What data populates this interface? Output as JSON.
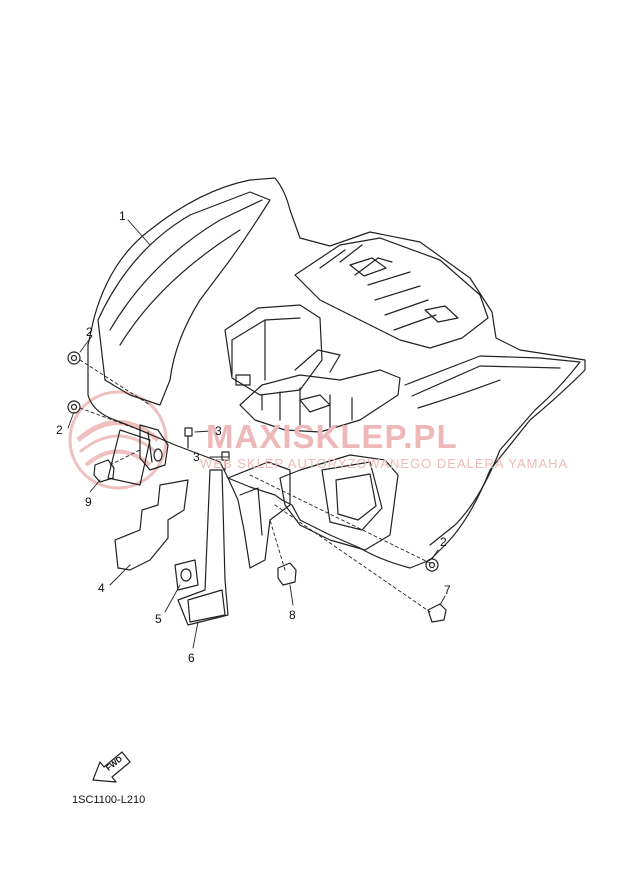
{
  "watermark": {
    "main": "MAXISKLEP.PL",
    "sub": "WEB SKLEP AUTORYZOWANEGO DEALERA YAMAHA"
  },
  "callouts": [
    "1",
    "2",
    "2",
    "2",
    "3",
    "3",
    "4",
    "5",
    "6",
    "7",
    "8",
    "9"
  ],
  "fwd_label": "FWD",
  "diagram_code": "1SC1100-L210",
  "colors": {
    "line": "#222222",
    "watermark": "#e5a0a0"
  }
}
